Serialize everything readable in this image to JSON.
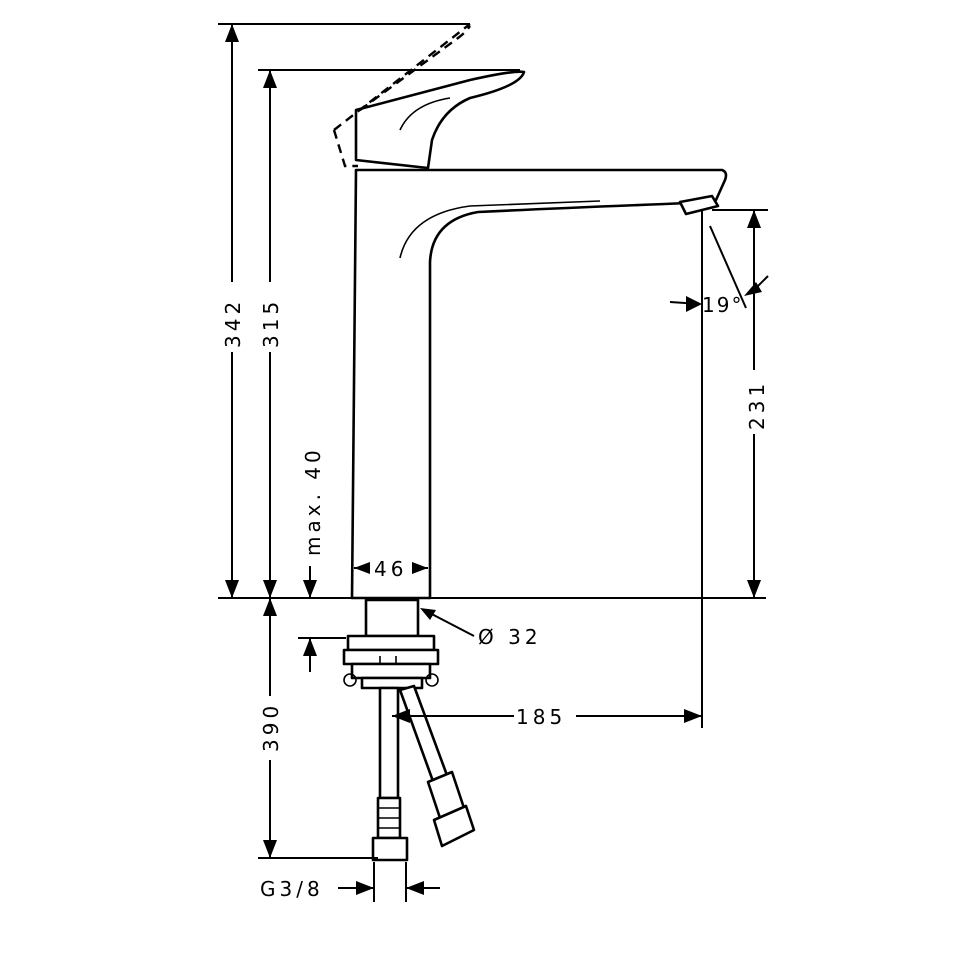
{
  "dimensions": {
    "height_total": "342",
    "height_spout": "315",
    "max_thickness": "max. 40",
    "outlet_height": "231",
    "angle": "19°",
    "body_width": "46",
    "shank_diameter": "Ø 32",
    "projection": "185",
    "hose_length": "390",
    "thread": "G3/8"
  },
  "colors": {
    "line": "#000000",
    "background": "#ffffff"
  }
}
